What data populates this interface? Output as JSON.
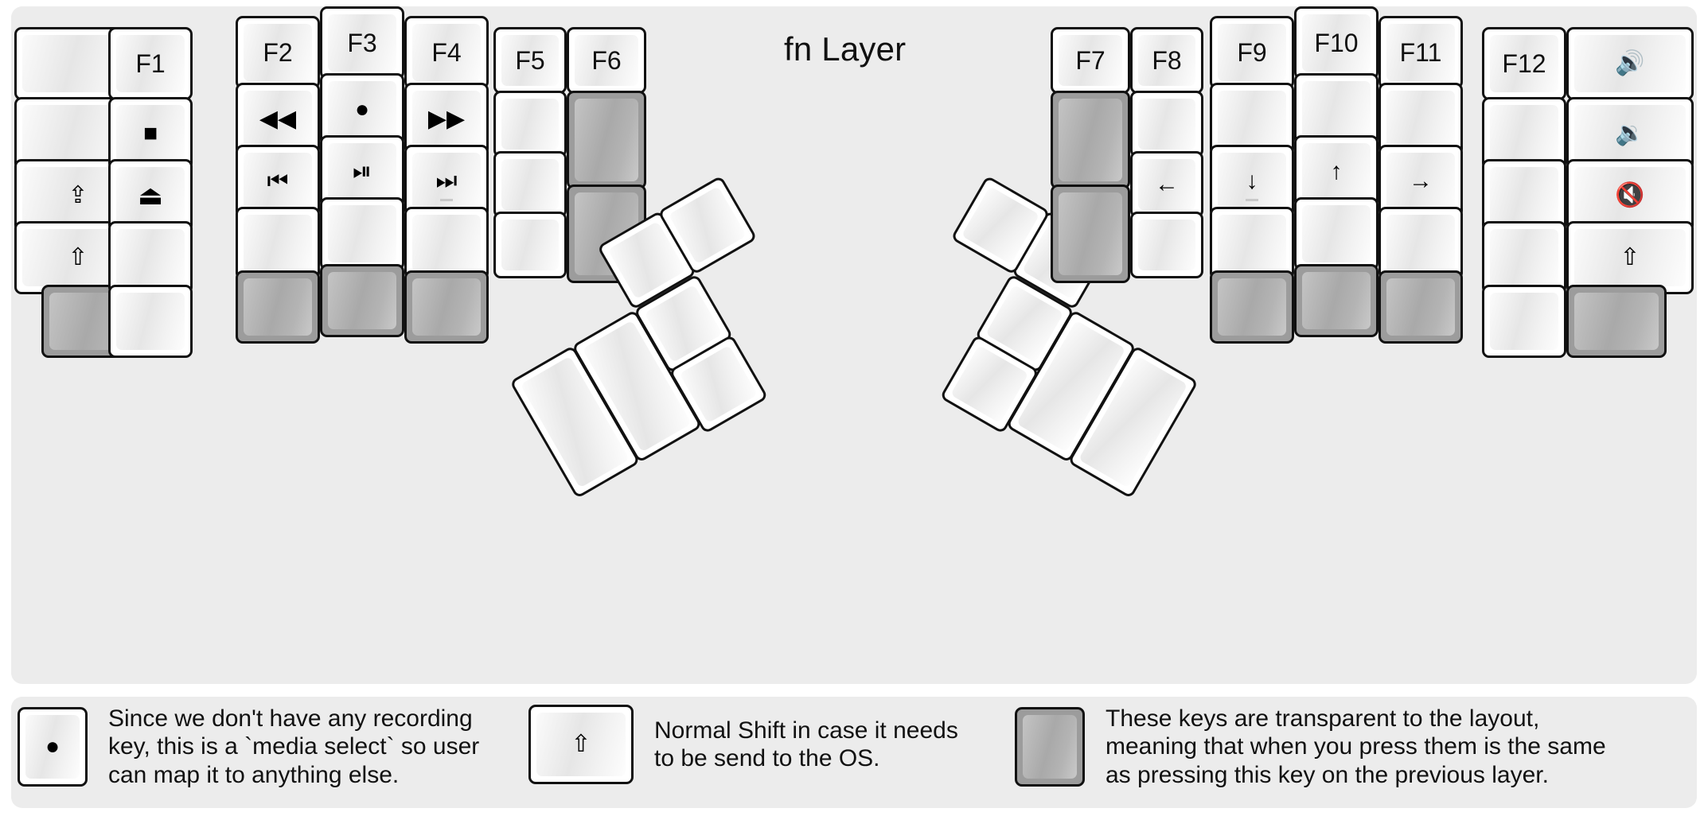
{
  "title": "fn Layer",
  "colors": {
    "page_background": "#ececec",
    "key_border": "#111111",
    "key_face_light": "#fdfdfd",
    "key_face_shade": "#e6e6e6",
    "transparent_key": "#9c9c9c"
  },
  "glyphs": {
    "record": "●",
    "stop": "■",
    "eject": "⏏",
    "rewind": "◀◀",
    "fast_forward": "▶▶",
    "prev_track": "⏮",
    "play_pause": "⏯",
    "next_track": "⏭",
    "caps_lock": "⇪",
    "shift": "⇧",
    "arrow_left": "←",
    "arrow_down": "↓",
    "arrow_up": "↑",
    "arrow_right": "→",
    "volume_up": "🔊",
    "volume_down": "🔉",
    "volume_mute": "🔇"
  },
  "left_half": {
    "columns": [
      {
        "name": "col-outer-left",
        "keys": [
          {
            "label": "",
            "icon": "",
            "type": "blank"
          },
          {
            "label": "",
            "icon": "",
            "type": "blank"
          },
          {
            "label": "",
            "icon": "caps-lock-icon",
            "type": "glyph"
          },
          {
            "label": "",
            "icon": "shift-icon",
            "type": "glyph"
          },
          {
            "label": "",
            "icon": "",
            "type": "transparent"
          }
        ]
      },
      {
        "name": "col-f1",
        "keys": [
          {
            "label": "F1",
            "icon": "",
            "type": "text"
          },
          {
            "label": "",
            "icon": "stop-icon",
            "type": "glyph"
          },
          {
            "label": "",
            "icon": "eject-icon",
            "type": "glyph"
          },
          {
            "label": "",
            "icon": "",
            "type": "blank"
          },
          {
            "label": "",
            "icon": "",
            "type": "blank"
          }
        ]
      },
      {
        "name": "col-f2",
        "keys": [
          {
            "label": "F2",
            "icon": "",
            "type": "text"
          },
          {
            "label": "",
            "icon": "rewind-icon",
            "type": "glyph"
          },
          {
            "label": "",
            "icon": "prev-track-icon",
            "type": "glyph"
          },
          {
            "label": "",
            "icon": "",
            "type": "blank"
          },
          {
            "label": "",
            "icon": "",
            "type": "transparent"
          }
        ]
      },
      {
        "name": "col-f3",
        "keys": [
          {
            "label": "F3",
            "icon": "",
            "type": "text"
          },
          {
            "label": "",
            "icon": "record-icon",
            "type": "glyph"
          },
          {
            "label": "",
            "icon": "play-pause-icon",
            "type": "glyph"
          },
          {
            "label": "",
            "icon": "",
            "type": "blank"
          },
          {
            "label": "",
            "icon": "",
            "type": "transparent"
          }
        ]
      },
      {
        "name": "col-f4",
        "keys": [
          {
            "label": "F4",
            "icon": "",
            "type": "text"
          },
          {
            "label": "",
            "icon": "fast-forward-icon",
            "type": "glyph"
          },
          {
            "label": "",
            "icon": "next-track-icon",
            "type": "glyph"
          },
          {
            "label": "",
            "icon": "",
            "type": "blank"
          },
          {
            "label": "",
            "icon": "",
            "type": "transparent"
          }
        ]
      },
      {
        "name": "col-f5",
        "keys": [
          {
            "label": "F5",
            "icon": "",
            "type": "text"
          },
          {
            "label": "",
            "icon": "",
            "type": "blank"
          },
          {
            "label": "",
            "icon": "",
            "type": "blank"
          },
          {
            "label": "",
            "icon": "",
            "type": "blank"
          }
        ]
      },
      {
        "name": "col-f6",
        "keys": [
          {
            "label": "F6",
            "icon": "",
            "type": "text"
          },
          {
            "label": "",
            "icon": "",
            "type": "transparent"
          },
          {
            "label": "",
            "icon": "",
            "type": "transparent"
          }
        ]
      }
    ],
    "thumb_cluster": [
      {
        "label": "",
        "icon": "",
        "type": "blank"
      },
      {
        "label": "",
        "icon": "",
        "type": "blank"
      },
      {
        "label": "",
        "icon": "",
        "type": "blank"
      },
      {
        "label": "",
        "icon": "",
        "type": "blank"
      },
      {
        "label": "",
        "icon": "",
        "type": "blank"
      },
      {
        "label": "",
        "icon": "",
        "type": "blank"
      }
    ]
  },
  "right_half": {
    "columns": [
      {
        "name": "col-f7",
        "keys": [
          {
            "label": "F7",
            "icon": "",
            "type": "text"
          },
          {
            "label": "",
            "icon": "",
            "type": "transparent"
          },
          {
            "label": "",
            "icon": "",
            "type": "transparent"
          }
        ]
      },
      {
        "name": "col-f8",
        "keys": [
          {
            "label": "F8",
            "icon": "",
            "type": "text"
          },
          {
            "label": "",
            "icon": "",
            "type": "blank"
          },
          {
            "label": "",
            "icon": "arrow-left-icon",
            "type": "glyph"
          },
          {
            "label": "",
            "icon": "",
            "type": "blank"
          }
        ]
      },
      {
        "name": "col-f9",
        "keys": [
          {
            "label": "F9",
            "icon": "",
            "type": "text"
          },
          {
            "label": "",
            "icon": "",
            "type": "blank"
          },
          {
            "label": "",
            "icon": "arrow-down-icon",
            "type": "glyph"
          },
          {
            "label": "",
            "icon": "",
            "type": "blank"
          },
          {
            "label": "",
            "icon": "",
            "type": "transparent"
          }
        ]
      },
      {
        "name": "col-f10",
        "keys": [
          {
            "label": "F10",
            "icon": "",
            "type": "text"
          },
          {
            "label": "",
            "icon": "",
            "type": "blank"
          },
          {
            "label": "",
            "icon": "arrow-up-icon",
            "type": "glyph"
          },
          {
            "label": "",
            "icon": "",
            "type": "blank"
          },
          {
            "label": "",
            "icon": "",
            "type": "transparent"
          }
        ]
      },
      {
        "name": "col-f11",
        "keys": [
          {
            "label": "F11",
            "icon": "",
            "type": "text"
          },
          {
            "label": "",
            "icon": "",
            "type": "blank"
          },
          {
            "label": "",
            "icon": "arrow-right-icon",
            "type": "glyph"
          },
          {
            "label": "",
            "icon": "",
            "type": "blank"
          },
          {
            "label": "",
            "icon": "",
            "type": "transparent"
          }
        ]
      },
      {
        "name": "col-f12",
        "keys": [
          {
            "label": "F12",
            "icon": "",
            "type": "text"
          },
          {
            "label": "",
            "icon": "",
            "type": "blank"
          },
          {
            "label": "",
            "icon": "",
            "type": "blank"
          },
          {
            "label": "",
            "icon": "",
            "type": "blank"
          },
          {
            "label": "",
            "icon": "",
            "type": "blank"
          }
        ]
      },
      {
        "name": "col-outer-right",
        "keys": [
          {
            "label": "",
            "icon": "volume-up-icon",
            "type": "glyph"
          },
          {
            "label": "",
            "icon": "volume-down-icon",
            "type": "glyph"
          },
          {
            "label": "",
            "icon": "volume-mute-icon",
            "type": "glyph"
          },
          {
            "label": "",
            "icon": "shift-icon",
            "type": "glyph"
          },
          {
            "label": "",
            "icon": "",
            "type": "transparent"
          }
        ]
      }
    ],
    "thumb_cluster": [
      {
        "label": "",
        "icon": "",
        "type": "blank"
      },
      {
        "label": "",
        "icon": "",
        "type": "blank"
      },
      {
        "label": "",
        "icon": "",
        "type": "blank"
      },
      {
        "label": "",
        "icon": "",
        "type": "blank"
      },
      {
        "label": "",
        "icon": "",
        "type": "blank"
      },
      {
        "label": "",
        "icon": "",
        "type": "blank"
      }
    ]
  },
  "legend": [
    {
      "key_icon": "record-icon",
      "key_type": "blank",
      "note": "Since we don't have any recording\nkey, this is a `media select` so user\ncan map it to anything else."
    },
    {
      "key_icon": "shift-icon",
      "key_type": "blank",
      "note": "Normal Shift in case it needs\nto be send to the OS."
    },
    {
      "key_icon": "",
      "key_type": "transparent",
      "note": "These keys are transparent to the layout,\nmeaning that when you press them is the same\nas pressing this key on the previous layer."
    }
  ]
}
